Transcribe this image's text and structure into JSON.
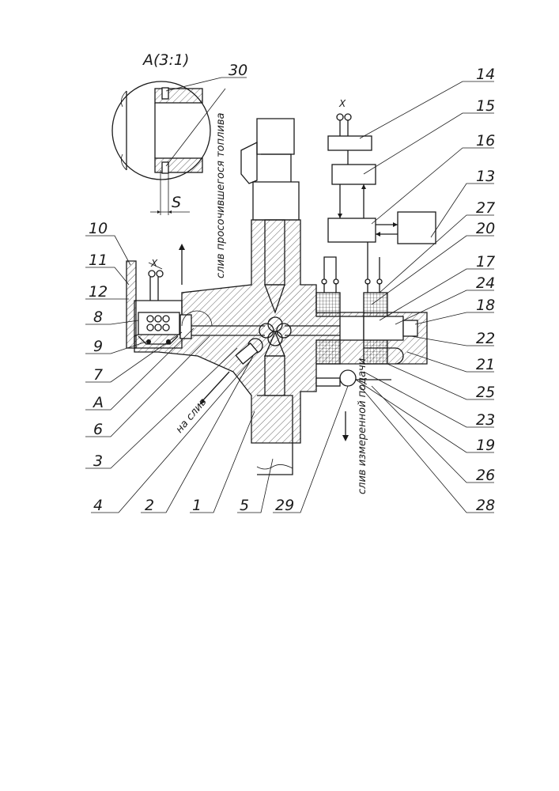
{
  "detail": {
    "title": "A(3:1)",
    "dimension": "S"
  },
  "notes": {
    "leak_drain": "слив просочившегося топлива",
    "to_drain": "на слив",
    "measured_drain": "слив измеренной подачи",
    "terminal_x": "X"
  },
  "labels": {
    "n30": "30",
    "n14": "14",
    "n15": "15",
    "n16": "16",
    "n13": "13",
    "n27": "27",
    "n20": "20",
    "n17": "17",
    "n24": "24",
    "n18": "18",
    "n22": "22",
    "n21": "21",
    "n25": "25",
    "n23": "23",
    "n19": "19",
    "n26": "26",
    "n28": "28",
    "n10": "10",
    "n11": "11",
    "n12": "12",
    "n8": "8",
    "n9": "9",
    "n7": "7",
    "nA": "A",
    "n6": "6",
    "n3": "3",
    "n4": "4",
    "n2": "2",
    "n1": "1",
    "n5": "5",
    "n29": "29"
  }
}
